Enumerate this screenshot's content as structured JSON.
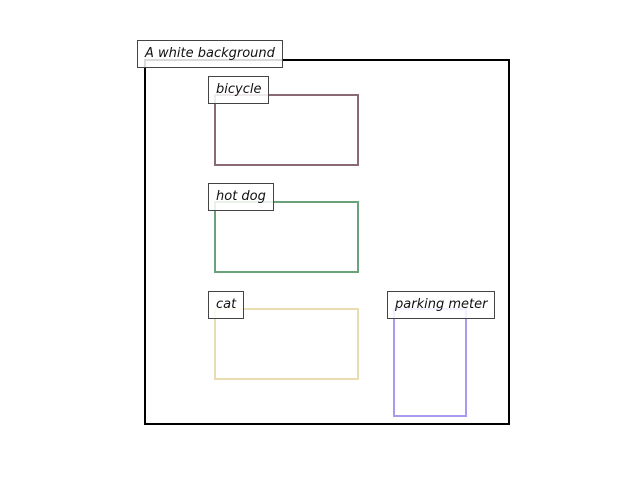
{
  "scene": {
    "caption": "A white background",
    "background_color": "#ffffff",
    "frame_color": "#000000"
  },
  "objects": [
    {
      "label": "bicycle",
      "color": "#8b6b73"
    },
    {
      "label": "hot dog",
      "color": "#6aa37a"
    },
    {
      "label": "cat",
      "color": "#e8dcb0"
    },
    {
      "label": "parking meter",
      "color": "#a89af0"
    }
  ]
}
